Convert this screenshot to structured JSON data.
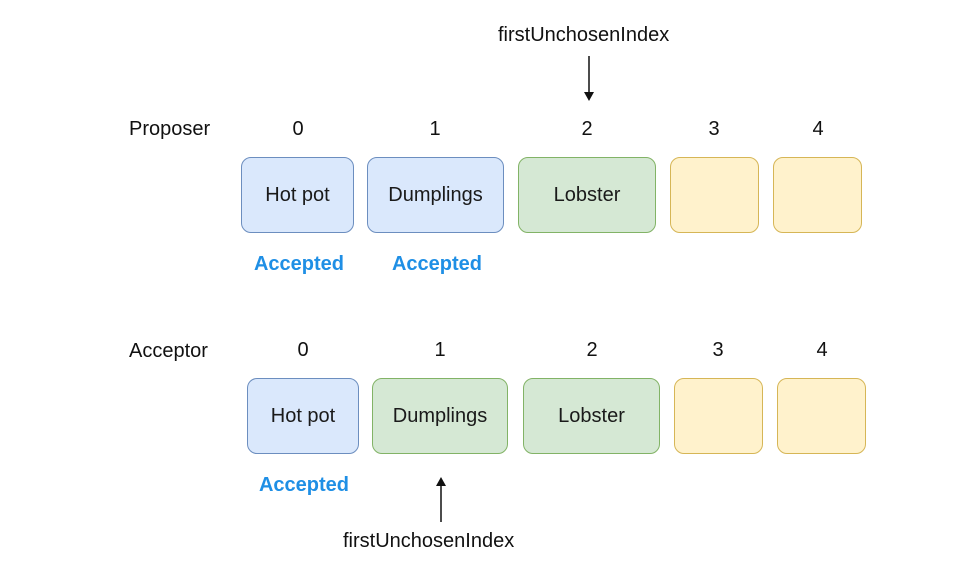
{
  "colors": {
    "accepted_text": "#1f8fe5",
    "decided_fill": "#dae8fc",
    "decided_stroke": "#6c8ebf",
    "proposed_fill": "#d5e8d4",
    "proposed_stroke": "#82b366",
    "empty_fill": "#fff2cc",
    "empty_stroke": "#d6b656"
  },
  "proposer": {
    "label": "Proposer",
    "pointer_label": "firstUnchosenIndex",
    "pointer_index": "2",
    "indices": [
      "0",
      "1",
      "2",
      "3",
      "4"
    ],
    "entries": [
      {
        "value": "Hot pot",
        "state": "blue",
        "status": "Accepted"
      },
      {
        "value": "Dumplings",
        "state": "blue",
        "status": "Accepted"
      },
      {
        "value": "Lobster",
        "state": "green",
        "status": ""
      },
      {
        "value": "",
        "state": "yellow",
        "status": ""
      },
      {
        "value": "",
        "state": "yellow",
        "status": ""
      }
    ]
  },
  "acceptor": {
    "label": "Acceptor",
    "pointer_label": "firstUnchosenIndex",
    "pointer_index": "1",
    "indices": [
      "0",
      "1",
      "2",
      "3",
      "4"
    ],
    "entries": [
      {
        "value": "Hot pot",
        "state": "blue",
        "status": "Accepted"
      },
      {
        "value": "Dumplings",
        "state": "green",
        "status": ""
      },
      {
        "value": "Lobster",
        "state": "green",
        "status": ""
      },
      {
        "value": "",
        "state": "yellow",
        "status": ""
      },
      {
        "value": "",
        "state": "yellow",
        "status": ""
      }
    ]
  }
}
